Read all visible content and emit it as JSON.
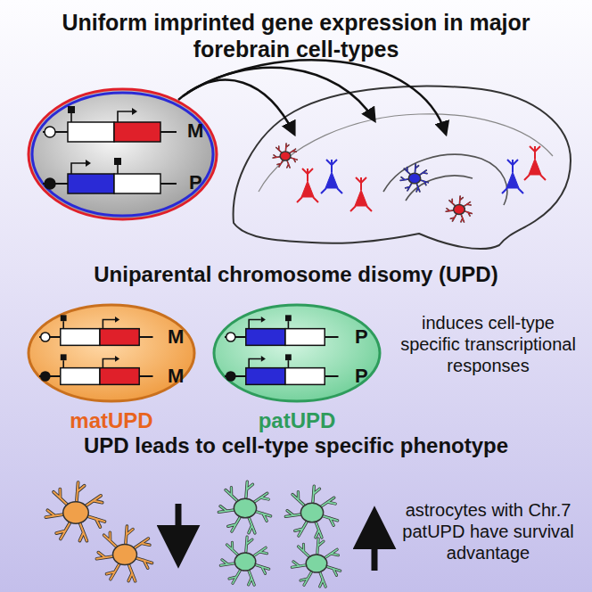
{
  "diagram": {
    "title": "Uniform imprinted gene expression in major forebrain cell-types",
    "nodes": [
      {
        "text": [
          "M",
          "P"
        ]
      },
      {
        "text": [
          "M",
          "M",
          "matUPD"
        ]
      },
      {
        "text": [
          "P",
          "P",
          "patUPD"
        ]
      }
    ],
    "labels": [
      "Uniparental chromosome disomy (UPD)",
      "induces cell-type specific transcriptional responses",
      "UPD leads to cell-type specific phenotype",
      "astrocytes with Chr.7 patUPD have survival advantage"
    ]
  }
}
